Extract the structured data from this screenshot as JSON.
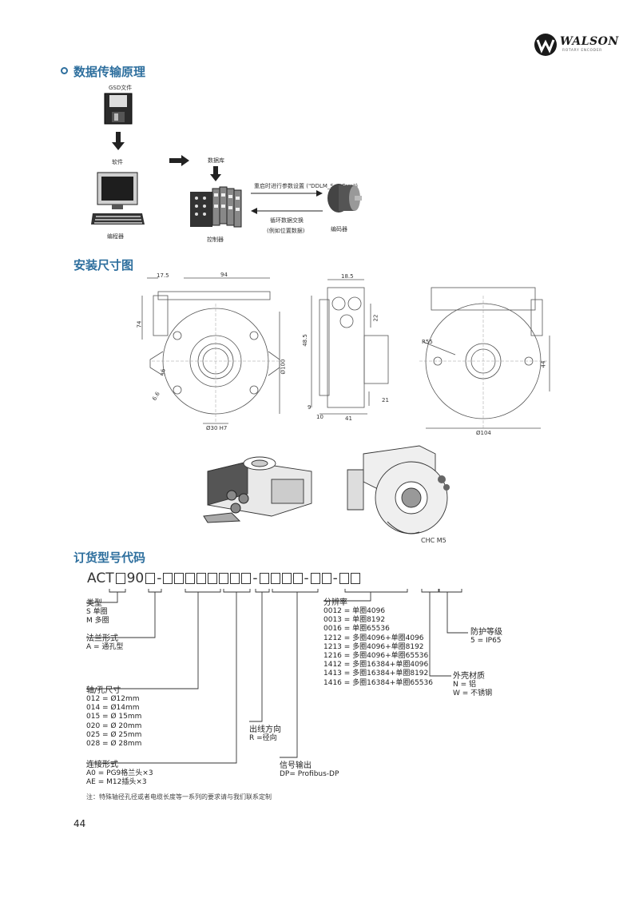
{
  "brand": {
    "name": "WALSON",
    "tagline": "ROTARY ENCODER",
    "accent": "#2e6f9e"
  },
  "section1": {
    "title": "数据传输原理",
    "gsd_label": "GSD文件",
    "software_label": "软件",
    "programmer_label": "编程器",
    "database_label": "数据库",
    "controller_label": "控制器",
    "restart_text": "重启时进行参数设置 (\"DDLM_Set_Prm\")",
    "cyclic_text": "循环数据交换",
    "cyclic_sub": "(例如位置数据)",
    "encoder_label": "编码器"
  },
  "section2": {
    "title": "安装尺寸图",
    "dims": [
      "17.5",
      "94",
      "74",
      "36",
      "6.6",
      "Ø100",
      "Ø30 H7",
      "18.5",
      "22",
      "48.5",
      "9",
      "10",
      "41",
      "21",
      "R55",
      "Ø104",
      "44"
    ],
    "chc_label": "CHC M5"
  },
  "section3": {
    "title": "订货型号代码",
    "code_prefix": "ACT",
    "code_90": "90",
    "dash": "-",
    "type": {
      "title": "类型",
      "items": [
        "S 单圈",
        "M 多圈"
      ]
    },
    "flange": {
      "title": "法兰形式",
      "items": [
        "A = 通孔型"
      ]
    },
    "shaft": {
      "title": "轴/孔尺寸",
      "items": [
        "012 = Ø12mm",
        "014 = Ø14mm",
        "015 = Ø 15mm",
        "020 = Ø 20mm",
        "025 = Ø 25mm",
        "028 = Ø 28mm"
      ]
    },
    "connection": {
      "title": "连接形式",
      "items": [
        "A0 = PG9格兰头×3",
        "AE = M12插头×3"
      ]
    },
    "cable_dir": {
      "title": "出线方向",
      "items": [
        "R =径向"
      ]
    },
    "signal": {
      "title": "信号输出",
      "items": [
        "DP= Profibus-DP"
      ]
    },
    "resolution": {
      "title": "分辨率",
      "items": [
        "0012 = 单圈4096",
        "0013 = 单圈8192",
        "0016 = 单圈65536",
        "1212 = 多圈4096+单圈4096",
        "1213 = 多圈4096+单圈8192",
        "1216 = 多圈4096+单圈65536",
        "1412 = 多圈16384+单圈4096",
        "1413 = 多圈16384+单圈8192",
        "1416 = 多圈16384+单圈65536"
      ]
    },
    "housing": {
      "title": "外壳材质",
      "items": [
        "N = 铝",
        "W = 不锈钢"
      ]
    },
    "protection": {
      "title": "防护等级",
      "items": [
        "5 = IP65"
      ]
    },
    "note": "注：特殊轴径孔径或者电缆长度等一系列的要求请与我们联系定制"
  },
  "page_number": "44"
}
